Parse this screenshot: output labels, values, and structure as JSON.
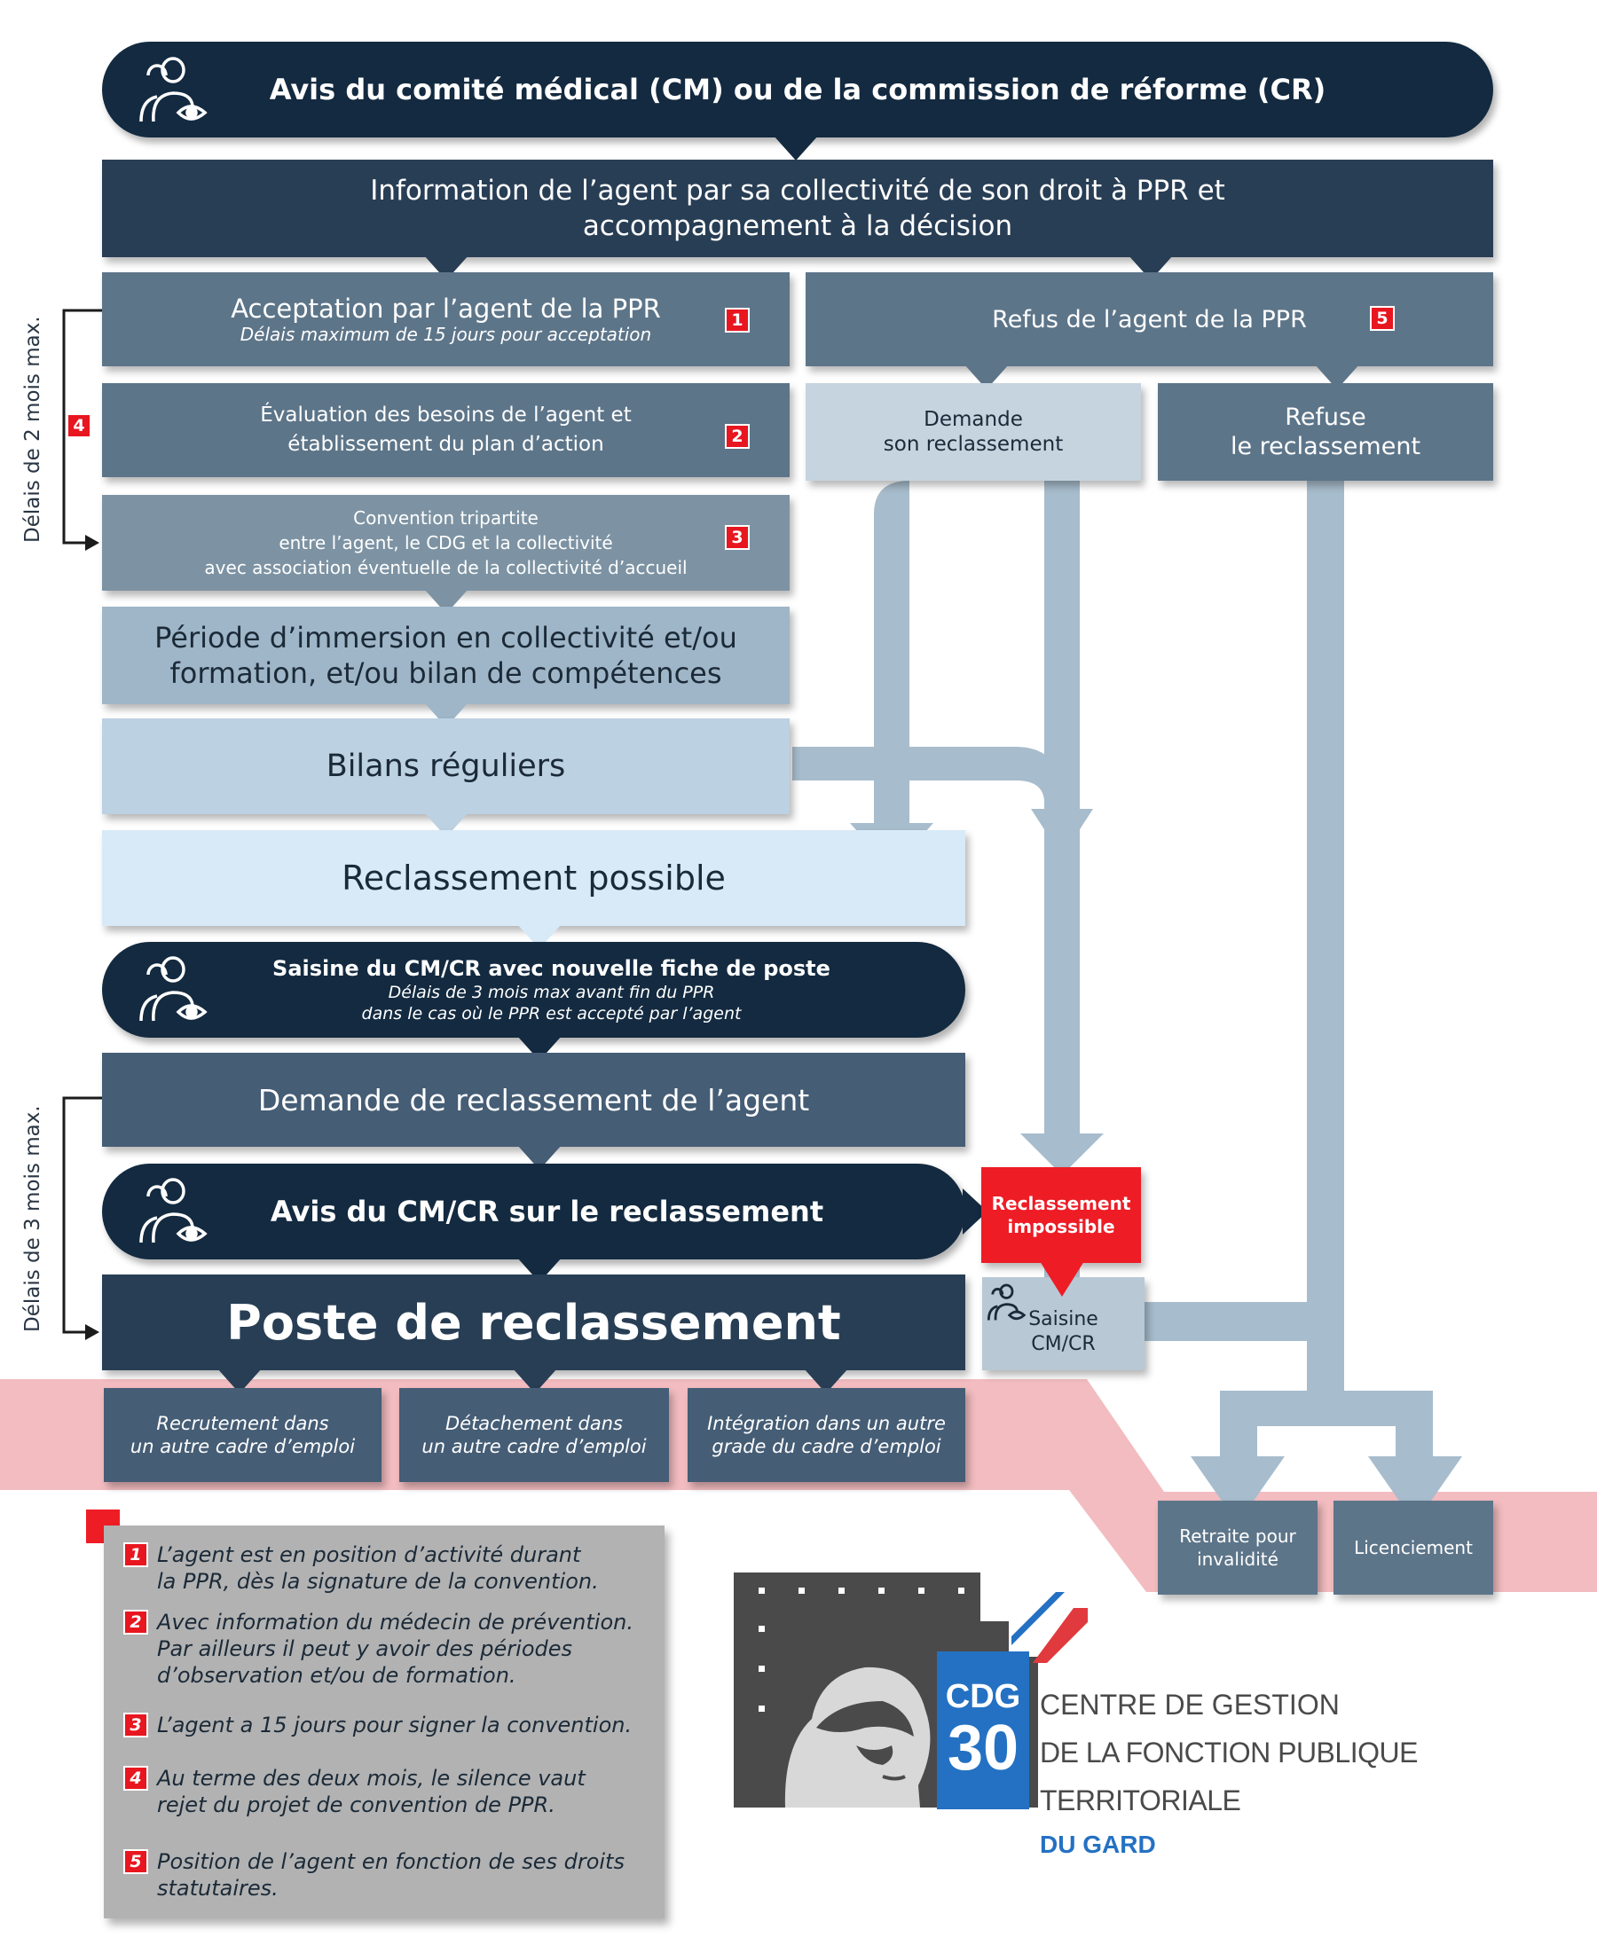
{
  "header": {
    "title": "Avis du comité médical (CM) ou de la commission de réforme (CR)"
  },
  "info": {
    "line1": "Information de l’agent par sa collectivité de son droit à PPR et",
    "line2": "accompagnement à la décision"
  },
  "accept": {
    "title": "Acceptation par l’agent de la PPR",
    "subtitle": "Délais maximum de 15 jours pour acceptation",
    "badge": "1"
  },
  "refus": {
    "title": "Refus de l’agent de la PPR",
    "badge": "5"
  },
  "eval": {
    "line1": "Évaluation des besoins de l’agent et",
    "line2": "établissement du plan d’action",
    "badge": "2"
  },
  "demande_reclassement": {
    "line1": "Demande",
    "line2": "son reclassement"
  },
  "refuse_reclassement": {
    "line1": "Refuse",
    "line2": "le reclassement"
  },
  "convention": {
    "line1": "Convention tripartite",
    "line2": "entre l’agent, le CDG et la collectivité",
    "line3": "avec association éventuelle de la collectivité d’accueil",
    "badge": "3"
  },
  "side_badge": "4",
  "immersion": {
    "line1": "Période d’immersion en collectivité et/ou",
    "line2": "formation, et/ou bilan de compétences"
  },
  "bilans": "Bilans réguliers",
  "saisine_right": {
    "line1": "Saisine",
    "line2": "CM/CR"
  },
  "reclassement_possible": "Reclassement possible",
  "saisine_pill": {
    "title": "Saisine du CM/CR avec nouvelle fiche de poste",
    "sub1": "Délais de 3 mois max avant fin du PPR",
    "sub2": "dans le cas où le PPR est accepté par l’agent"
  },
  "demande_agent": "Demande de reclassement de l’agent",
  "avis_pill": "Avis du CM/CR sur le reclassement",
  "impossible": {
    "line1": "Reclassement",
    "line2": "impossible"
  },
  "poste": "Poste de reclassement",
  "outcomes": [
    {
      "line1": "Recrutement dans",
      "line2": "un autre cadre d’emploi"
    },
    {
      "line1": "Détachement dans",
      "line2": "un autre cadre d’emploi"
    },
    {
      "line1": "Intégration dans un autre",
      "line2": "grade du cadre d’emploi"
    }
  ],
  "retraite": {
    "line1": "Retraite pour",
    "line2": "invalidité"
  },
  "licenciement": "Licenciement",
  "side_labels": {
    "top": "Délais de 2 mois max.",
    "bottom": "Délais de 3 mois max."
  },
  "legend": [
    {
      "num": "1",
      "line1": "L’agent est en position d’activité durant",
      "line2": "la PPR, dès la signature de la convention.",
      "line3": ""
    },
    {
      "num": "2",
      "line1": "Avec information du médecin de prévention.",
      "line2": "Par ailleurs il peut y avoir des périodes",
      "line3": "d’observation et/ou de formation."
    },
    {
      "num": "3",
      "line1": "L’agent a 15 jours pour signer la convention.",
      "line2": "",
      "line3": ""
    },
    {
      "num": "4",
      "line1": "Au terme des deux mois, le silence vaut",
      "line2": "rejet du projet de convention de PPR.",
      "line3": ""
    },
    {
      "num": "5",
      "line1": "Position de l’agent en fonction de ses droits",
      "line2": "statutaires.",
      "line3": ""
    }
  ],
  "logo": {
    "acronym": "CDG",
    "number": "30",
    "line1": "CENTRE DE GESTION",
    "line2": "DE LA FONCTION PUBLIQUE TERRITORIALE",
    "line3": "DU GARD"
  },
  "colors": {
    "navy": "#132a40",
    "red": "#ee1c25",
    "flow_arrow": "#a7bccc",
    "pink_band": "#f2bcc0",
    "logo_blue": "#2471c3"
  }
}
